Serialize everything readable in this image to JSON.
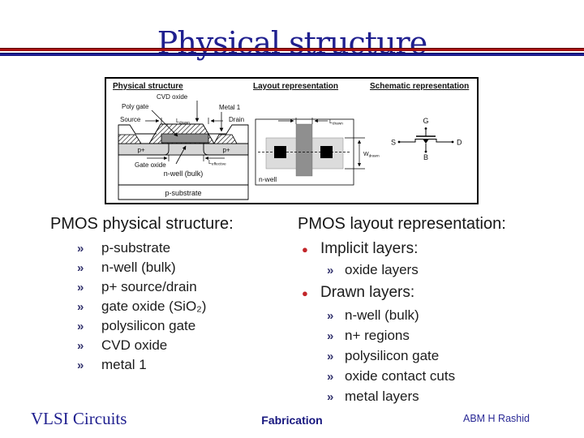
{
  "title": "Physical structure",
  "bullets": {
    "sub": "»",
    "main": "●"
  },
  "colors": {
    "title_navy": "#1f1f8f",
    "rule_red": "#c41414",
    "rule_blue": "#2323a8",
    "bullet_navy": "#34346e",
    "bullet_red": "#c2262a"
  },
  "diagram": {
    "headers": {
      "physical": "Physical structure",
      "layout": "Layout representation",
      "schematic": "Schematic representation"
    },
    "cross_section": {
      "cvd_oxide": "CVD oxide",
      "poly_gate": "Poly gate",
      "metal_1": "Metal 1",
      "source": "Source",
      "drain": "Drain",
      "gate_oxide": "Gate oxide",
      "p_plus": "p+",
      "n_well_bulk": "n-well (bulk)",
      "p_substrate": "p-substrate",
      "dim_main": "L",
      "dim_drawn_sub": "drawn",
      "dim_effective_sub": "effective"
    },
    "layout_view": {
      "dim_l": "L",
      "dim_l_sub": "drawn",
      "dim_w": "W",
      "dim_w_sub": "drawn",
      "n_well": "n-well"
    },
    "schematic_view": {
      "gate": "G",
      "source": "S",
      "drain": "D",
      "bulk": "B"
    }
  },
  "columns": {
    "physical": {
      "heading": "PMOS physical structure:",
      "items": [
        "p-substrate",
        "n-well (bulk)",
        "p+ source/drain",
        "gate oxide (SiO₂)",
        "polysilicon gate",
        "CVD oxide",
        "metal 1"
      ]
    },
    "layout": {
      "heading": "PMOS layout representation:",
      "items": [
        {
          "level": 1,
          "label": "Implicit layers:"
        },
        {
          "level": 2,
          "label": "oxide layers"
        },
        {
          "level": 1,
          "label": "Drawn layers:"
        },
        {
          "level": 2,
          "label": "n-well (bulk)"
        },
        {
          "level": 2,
          "label": "n+ regions"
        },
        {
          "level": 2,
          "label": "polysilicon gate"
        },
        {
          "level": 2,
          "label": "oxide contact cuts"
        },
        {
          "level": 2,
          "label": "metal layers"
        }
      ]
    }
  },
  "footer": {
    "left": "VLSI Circuits",
    "center": "Fabrication",
    "right": "ABM H Rashid"
  }
}
